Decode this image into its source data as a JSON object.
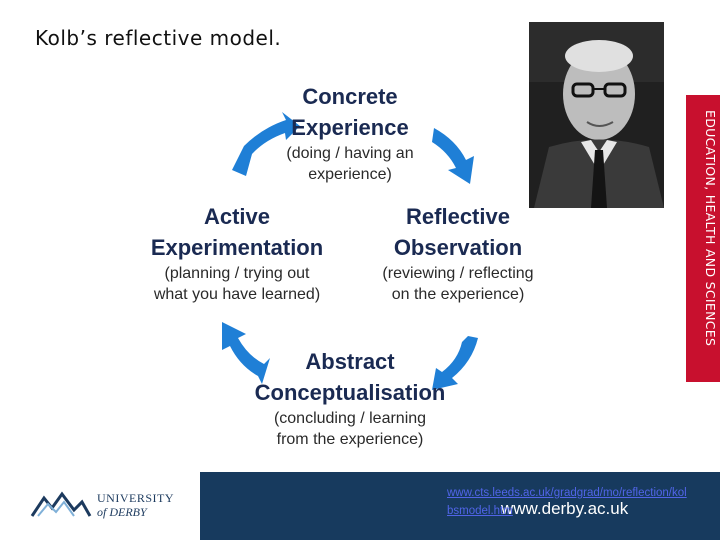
{
  "slide": {
    "title": "Kolb’s reflective model."
  },
  "cycle": {
    "top": {
      "title": [
        "Concrete",
        "Experience"
      ],
      "desc": [
        "(doing / having an",
        "experience)"
      ]
    },
    "right": {
      "title": [
        "Reflective",
        "Observation"
      ],
      "desc": [
        "(reviewing / reflecting",
        "on the experience)"
      ]
    },
    "bottom": {
      "title": [
        "Abstract",
        "Conceptualisation"
      ],
      "desc": [
        "(concluding / learning",
        "from the experience)"
      ]
    },
    "left": {
      "title": [
        "Active",
        "Experimentation"
      ],
      "desc": [
        "(planning / trying out",
        "what you have learned)"
      ]
    },
    "arrow_color": "#1f7fd6"
  },
  "sidebar": {
    "text": "EDUCATION, HEALTH AND SCIENCES",
    "color": "#c8102e"
  },
  "footer": {
    "university_line1": "UNIVERSITY",
    "university_line2": "of DERBY",
    "website": "www.derby.ac.uk",
    "reference_link": "www.cts.leeds.ac.uk/gradgrad/mo/reflection/kolbsmodel.htm",
    "background": "#173a5e"
  }
}
